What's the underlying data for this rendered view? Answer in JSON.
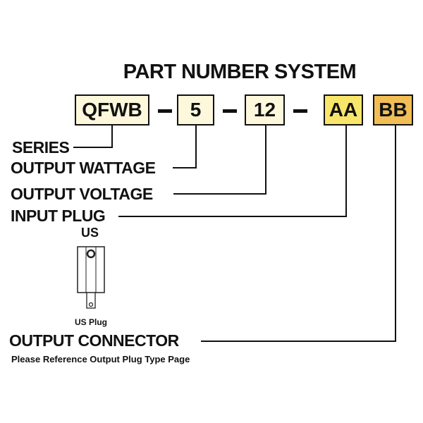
{
  "title": "PART NUMBER SYSTEM",
  "segments": [
    {
      "code": "QFWB",
      "color": "#fdf8dc"
    },
    {
      "code": "5",
      "color": "#fdf8dc"
    },
    {
      "code": "12",
      "color": "#fdf8dc"
    },
    {
      "code": "AA",
      "color": "#f8e66a"
    },
    {
      "code": "BB",
      "color": "#f1bd55"
    }
  ],
  "labels": {
    "series": "SERIES",
    "output_wattage": "OUTPUT WATTAGE",
    "output_voltage": "OUTPUT VOLTAGE",
    "input_plug": "INPUT PLUG",
    "output_connector": "OUTPUT CONNECTOR"
  },
  "input_plug_option": {
    "heading": "US",
    "caption": "US Plug"
  },
  "output_connector_note": "Please Reference Output Plug Type Page"
}
